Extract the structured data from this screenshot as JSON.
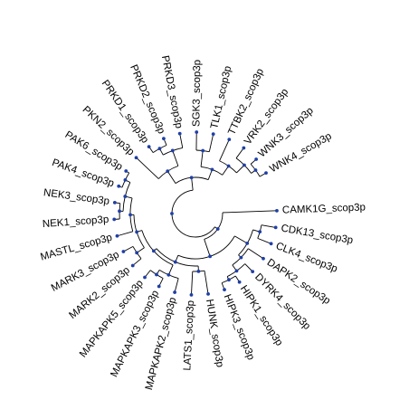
{
  "tree": {
    "layout": "circular",
    "branch_color": "#000000",
    "node_color": "#1f3fa6",
    "leaves": [
      "CAMK1G_scop3p",
      "CDK13_scop3p",
      "CLK4_scop3p",
      "DAPK2_scop3p",
      "DYRK4_scop3p",
      "HIPK1_scop3p",
      "HIPK3_scop3p",
      "HUNK_scop3p",
      "LATS1_scop3p",
      "MAPKAPK2_scop3p",
      "MAPKAPK3_scop3p",
      "MAPKAPK5_scop3p",
      "MARK2_scop3p",
      "MARK3_scop3p",
      "MASTL_scop3p",
      "NEK1_scop3p",
      "NEK3_scop3p",
      "PAK4_scop3p",
      "PAK6_scop3p",
      "PKN2_scop3p",
      "PRKD1_scop3p",
      "PRKD2_scop3p",
      "PRKD3_scop3p",
      "SGK3_scop3p",
      "TLK1_scop3p",
      "TTBK2_scop3p",
      "VRK2_scop3p",
      "WNK3_scop3p",
      "WNK4_scop3p"
    ]
  }
}
